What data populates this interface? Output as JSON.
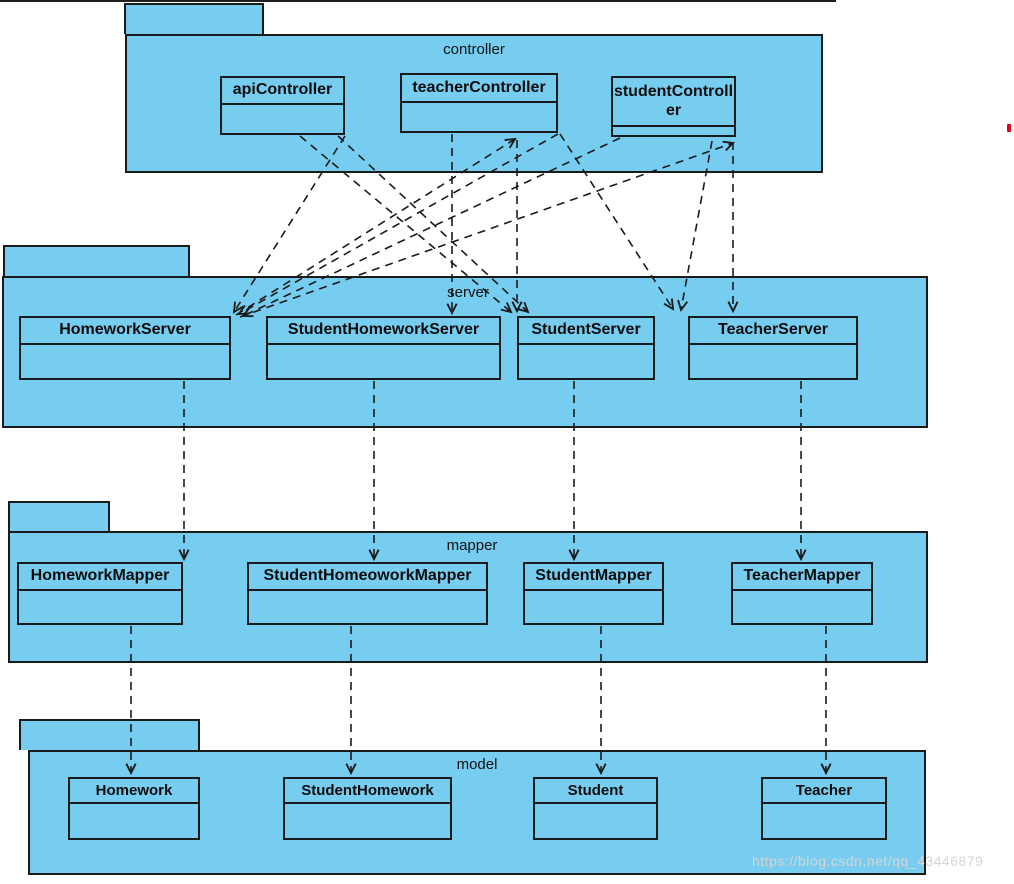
{
  "diagram": {
    "type": "uml-package-diagram",
    "packages": [
      {
        "name": "controller",
        "classes": [
          "apiController",
          "teacherController",
          "studentController"
        ]
      },
      {
        "name": "server",
        "classes": [
          "HomeworkServer",
          "StudentHomeworkServer",
          "StudentServer",
          "TeacherServer"
        ]
      },
      {
        "name": "mapper",
        "classes": [
          "HomeworkMapper",
          "StudentHomeoworkMapper",
          "StudentMapper",
          "TeacherMapper"
        ]
      },
      {
        "name": "model",
        "classes": [
          "Homework",
          "StudentHomework",
          "Student",
          "Teacher"
        ]
      }
    ],
    "dependencies": [
      {
        "from": "apiController",
        "to": "HomeworkServer"
      },
      {
        "from": "teacherController",
        "to": "HomeworkServer"
      },
      {
        "from": "studentController",
        "to": "HomeworkServer"
      },
      {
        "from": "teacherController",
        "to": "StudentHomeworkServer"
      },
      {
        "from": "apiController",
        "to": "StudentServer"
      },
      {
        "from": "teacherController",
        "to": "StudentServer"
      },
      {
        "from": "teacherController",
        "to": "TeacherServer"
      },
      {
        "from": "studentController",
        "to": "TeacherServer"
      },
      {
        "from": "HomeworkServer",
        "to": "teacherController"
      },
      {
        "from": "HomeworkServer",
        "to": "studentController"
      },
      {
        "from": "HomeworkServer",
        "to": "HomeworkMapper"
      },
      {
        "from": "StudentHomeworkServer",
        "to": "StudentHomeoworkMapper"
      },
      {
        "from": "StudentServer",
        "to": "StudentMapper"
      },
      {
        "from": "TeacherServer",
        "to": "TeacherMapper"
      },
      {
        "from": "HomeworkMapper",
        "to": "Homework"
      },
      {
        "from": "StudentHomeoworkMapper",
        "to": "StudentHomework"
      },
      {
        "from": "StudentMapper",
        "to": "Student"
      },
      {
        "from": "TeacherMapper",
        "to": "Teacher"
      }
    ],
    "colors": {
      "package_fill": "#77CDF0",
      "line": "#1a1a1a",
      "annotation_red": "#e8001c"
    },
    "watermark": "https://blog.csdn.net/qq_43446879"
  }
}
